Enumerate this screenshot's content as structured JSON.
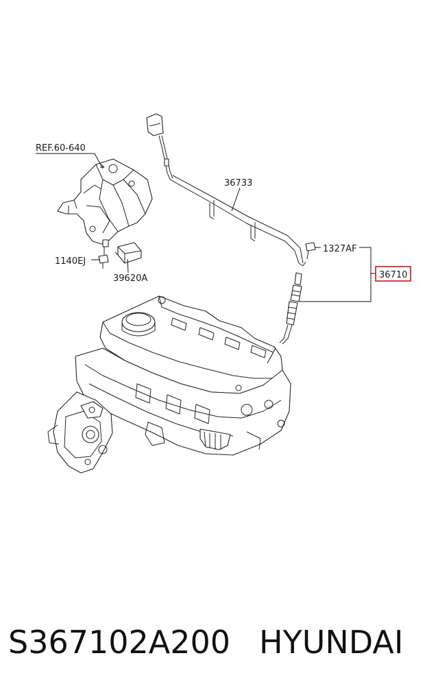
{
  "diagram": {
    "callouts": {
      "ref": "REF.60-640",
      "harness": "36733",
      "bolt_small": "1140EJ",
      "module": "39620A",
      "nut": "1327AF",
      "glow_plug": "36710"
    },
    "highlight_color": "#d40000"
  },
  "caption": {
    "part_number": "S367102A200",
    "brand": "HYUNDAI"
  }
}
